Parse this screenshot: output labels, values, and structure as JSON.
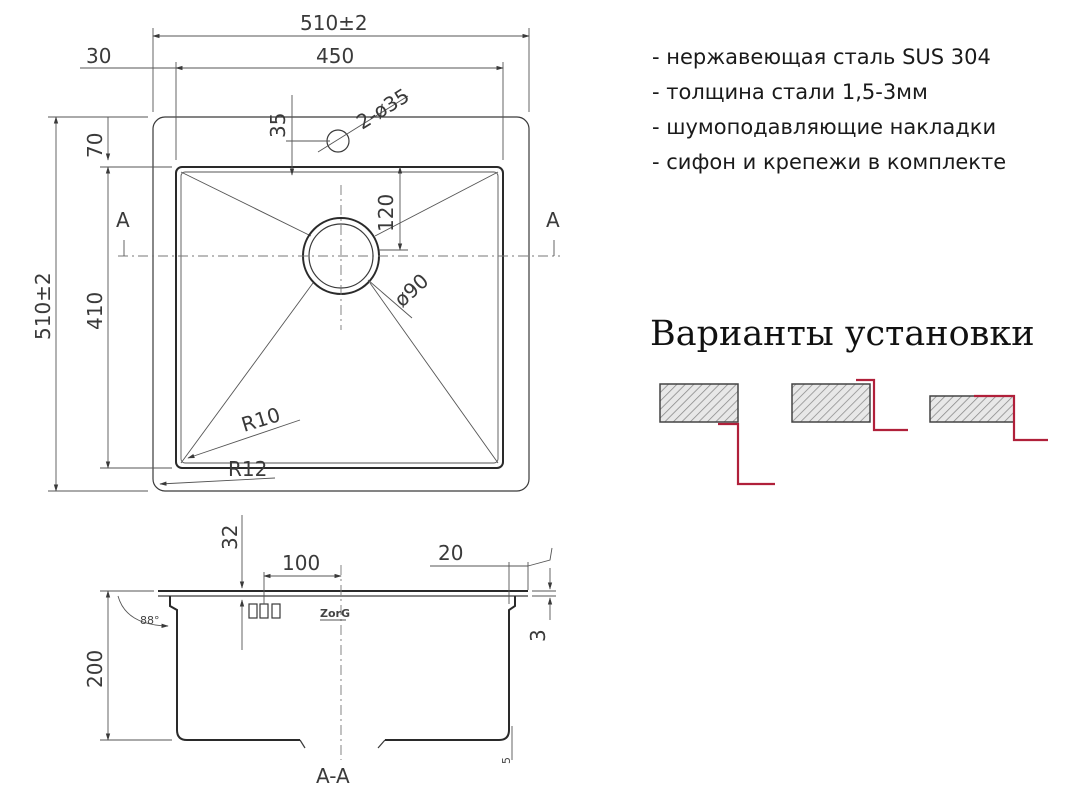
{
  "features": [
    "- нержавеющая сталь SUS 304",
    "- толщина стали 1,5-3мм",
    "- шумоподавляющие накладки",
    "- сифон и крепежи в комплекте"
  ],
  "variants_title": "Варианты установки",
  "top_view": {
    "dims": {
      "overall_width": "510±2",
      "inner_width": "450",
      "offset_left": "30",
      "overall_height": "510±2",
      "inner_height": "410",
      "offset_top": "70",
      "hole_offset": "35",
      "holes": "2-ø35",
      "drain_offset": "120",
      "drain_diameter": "ø90",
      "inner_radius": "R10",
      "outer_radius": "R12"
    },
    "section_marks": [
      "A",
      "A"
    ]
  },
  "section_view": {
    "dims": {
      "depth": "200",
      "angle": "88°",
      "tap_offset": "32",
      "tap_spacing": "100",
      "flange": "20",
      "flange_thickness": "3",
      "bottom": "5"
    },
    "label": "A-A",
    "logo": "ZorG"
  }
}
